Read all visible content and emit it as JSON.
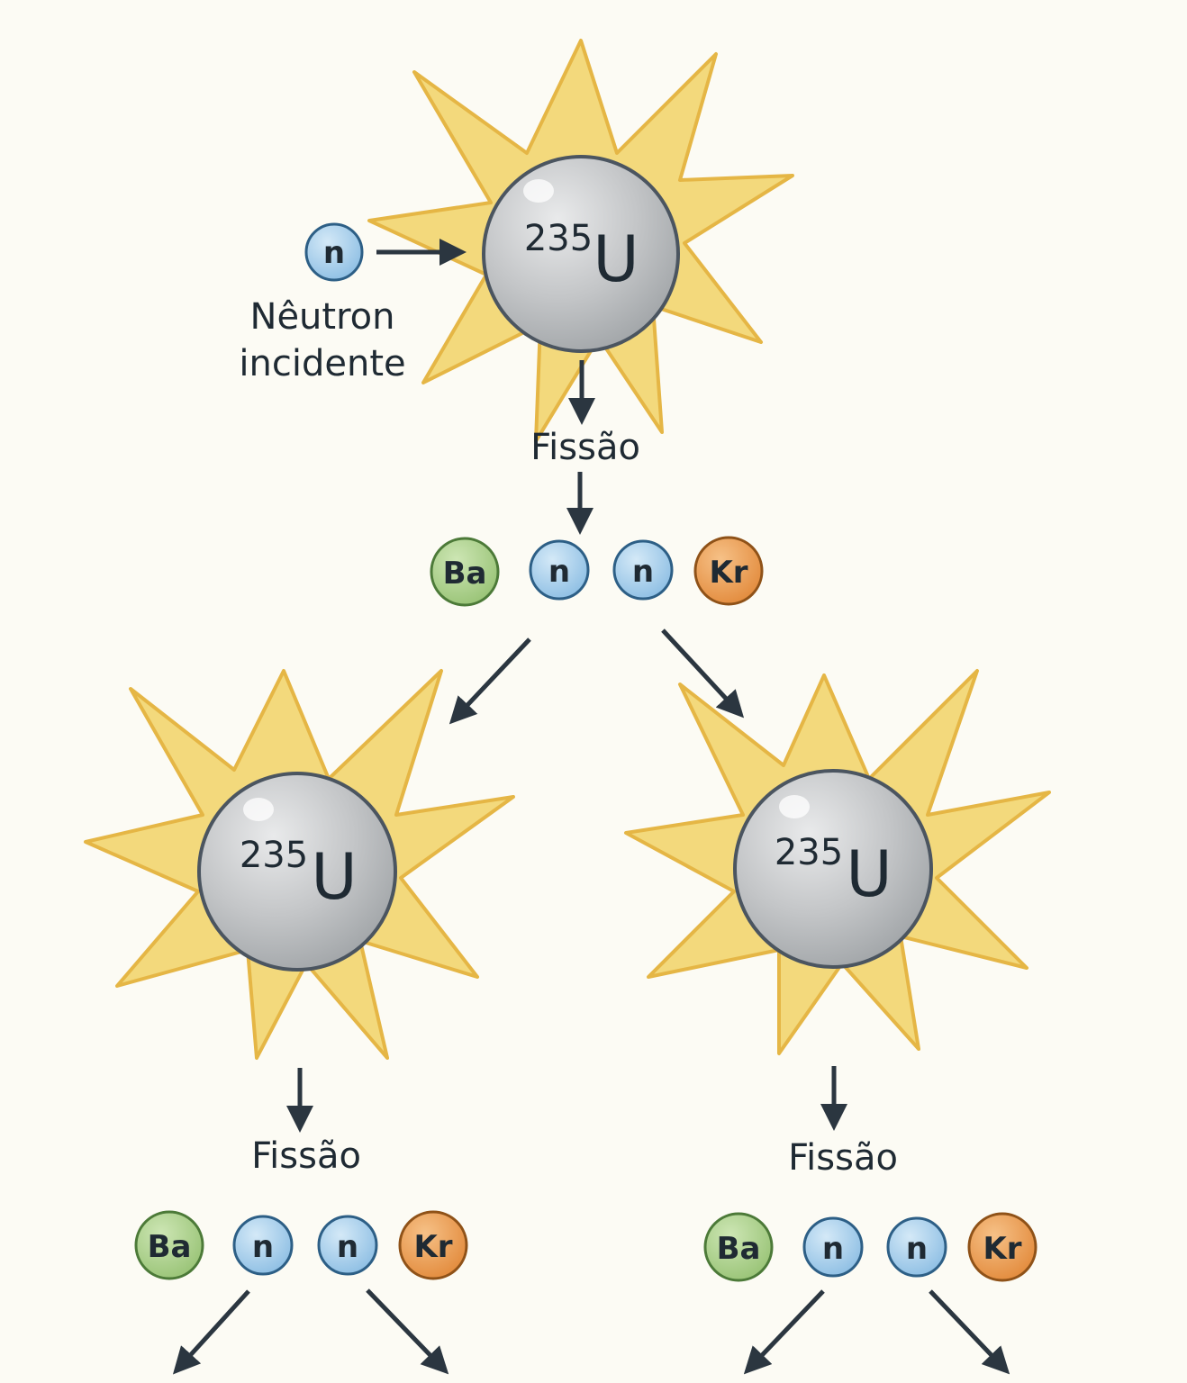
{
  "colors": {
    "background": "#fcfbf4",
    "burst_fill": "#f3d97c",
    "burst_stroke": "#e5b645",
    "uranium_fill": "#c4c6c8",
    "uranium_stroke": "#4b5560",
    "neutron_fill": "#9cc8e8",
    "neutron_stroke": "#2d5f86",
    "barium_fill": "#a9cf88",
    "barium_stroke": "#4c7a38",
    "krypton_fill": "#e99a45",
    "krypton_stroke": "#8f5218",
    "arrow": "#2b3640",
    "text": "#1f2a33"
  },
  "icons": {
    "burst": "starburst-icon",
    "arrow": "arrow-icon"
  },
  "top": {
    "incident_neutron_symbol": "n",
    "incident_label_line1": "Nêutron",
    "incident_label_line2": "incidente",
    "uranium_mass": "235",
    "uranium_symbol": "U",
    "fission_label": "Fissão",
    "products": [
      "Ba",
      "n",
      "n",
      "Kr"
    ]
  },
  "left": {
    "uranium_mass": "235",
    "uranium_symbol": "U",
    "fission_label": "Fissão",
    "products": [
      "Ba",
      "n",
      "n",
      "Kr"
    ]
  },
  "right": {
    "uranium_mass": "235",
    "uranium_symbol": "U",
    "fission_label": "Fissão",
    "products": [
      "Ba",
      "n",
      "n",
      "Kr"
    ]
  }
}
